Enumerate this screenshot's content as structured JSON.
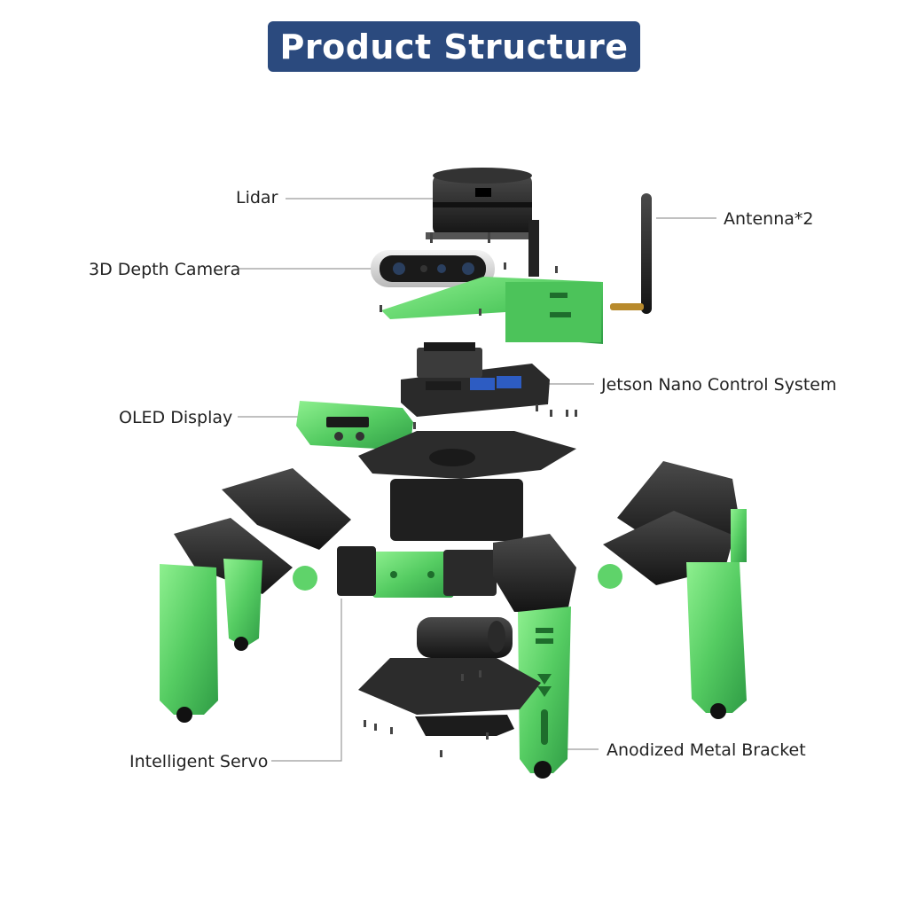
{
  "title": "Product Structure",
  "labels": {
    "lidar": "Lidar",
    "antenna": "Antenna*2",
    "depth_camera": "3D Depth Camera",
    "jetson": "Jetson Nano Control System",
    "oled": "OLED Display",
    "servo": "Intelligent Servo",
    "bracket": "Anodized Metal Bracket"
  },
  "colors": {
    "title_bg": "#2b4a7e",
    "metal_green": "#5fd36a",
    "dark_metal": "#1f1f1f",
    "leader_line": "#9a9a9a"
  }
}
